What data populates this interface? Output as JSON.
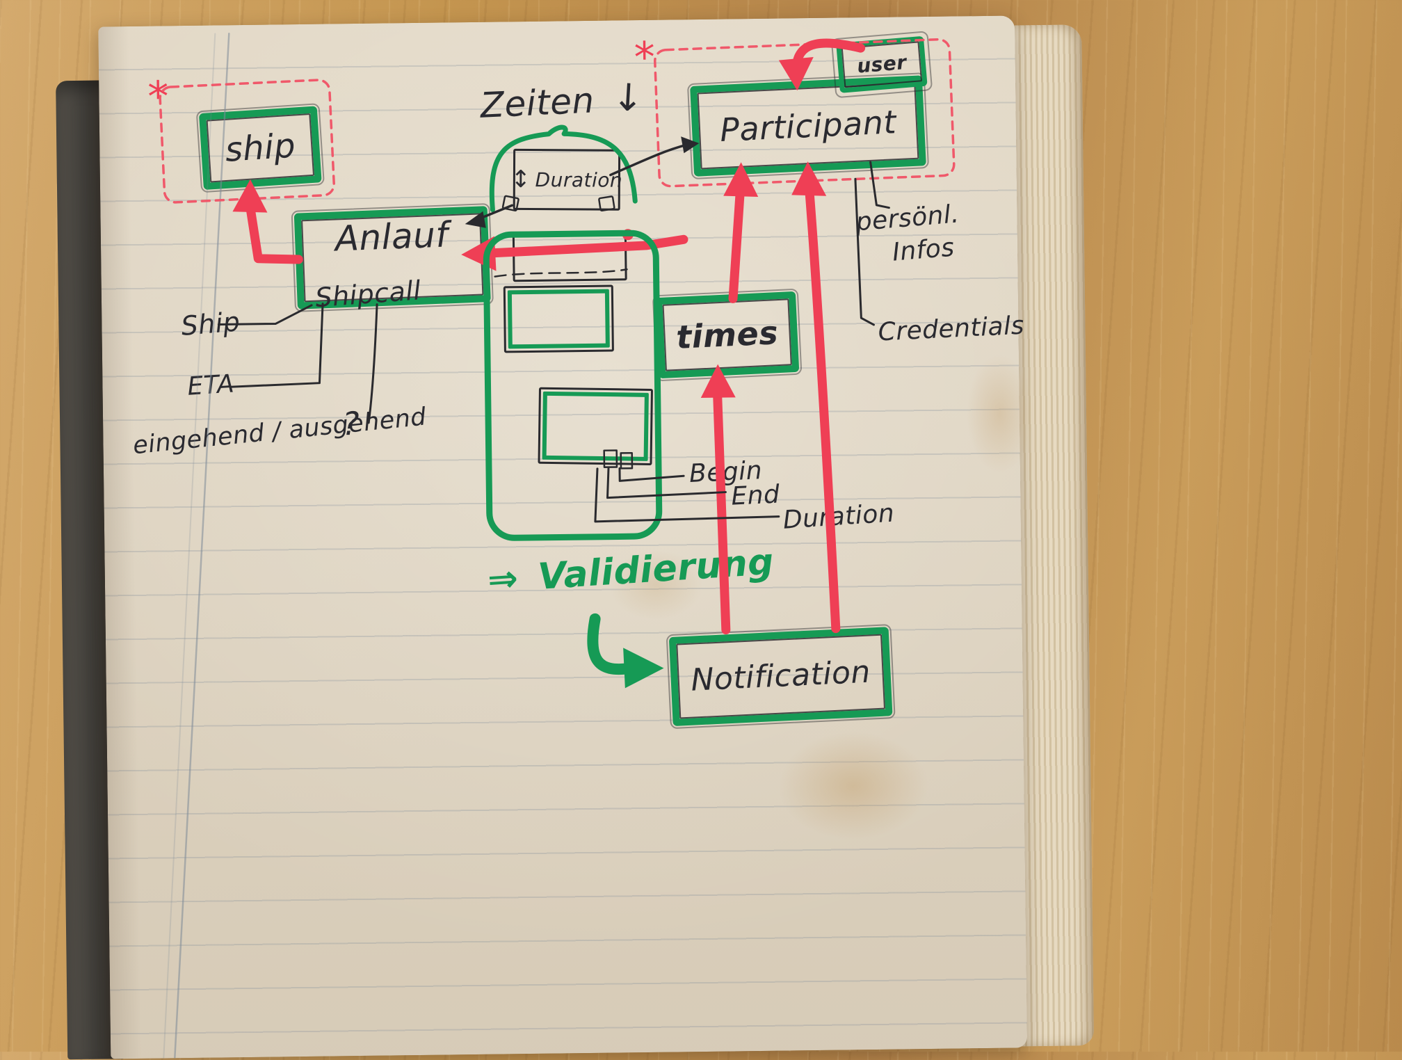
{
  "theme": {
    "marker_green": "#169a55",
    "marker_red": "#ef3f55",
    "ink": "#2a2a2e",
    "paper": "#e9e0cf"
  },
  "diagram": {
    "nodes": {
      "ship": {
        "label": "ship"
      },
      "anlauf": {
        "label": "Anlauf",
        "sublabel": "Shipcall"
      },
      "participant": {
        "label": "Participant"
      },
      "user": {
        "label": "user"
      },
      "times": {
        "label": "times"
      },
      "notification": {
        "label": "Notification"
      },
      "duration": {
        "label": "Duration"
      }
    },
    "annotations": {
      "zeiten": "Zeiten",
      "ship_attribute": "Ship",
      "eta": "ETA",
      "in_out": "eingehend / ausgehend",
      "question_mark": "?",
      "begin": "Begin",
      "end": "End",
      "duration": "Duration",
      "personal_line1": "persönl.",
      "personal_line2": "Infos",
      "credentials": "Credentials",
      "validierung": "Validierung",
      "asterisk": "*"
    },
    "icons": {
      "down_arrow": "↓",
      "updown_arrow": "↕",
      "implies_arrow": "⇒"
    }
  }
}
